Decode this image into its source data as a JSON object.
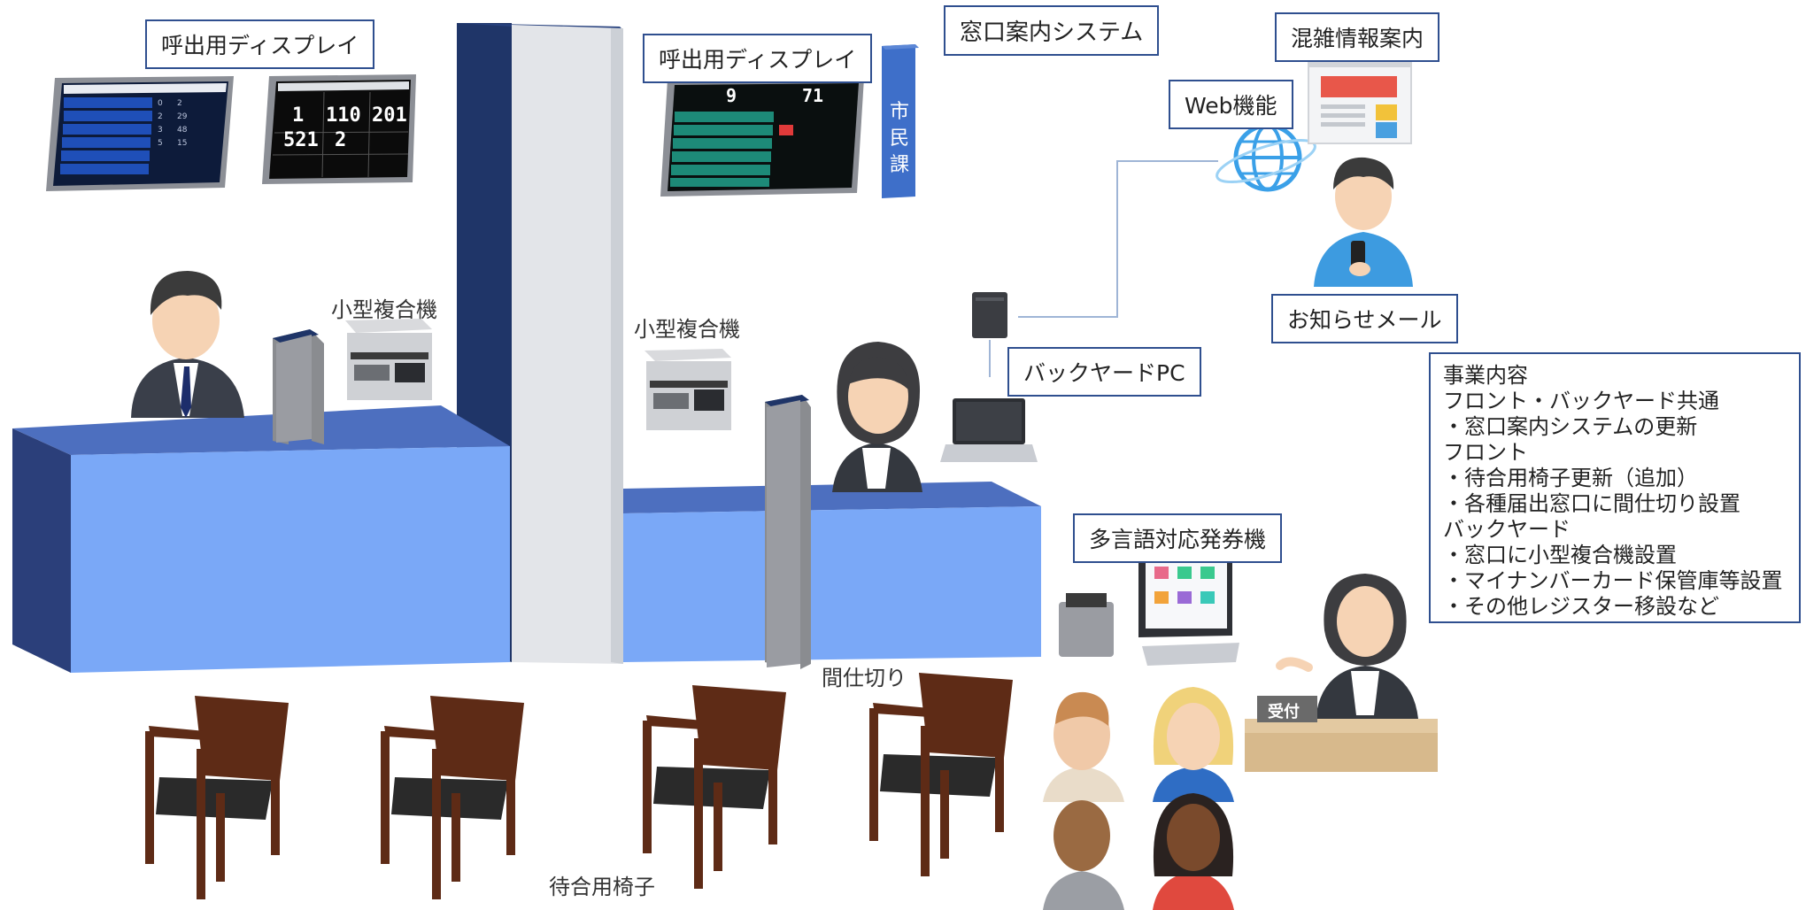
{
  "labels": {
    "display_left": "呼出用ディスプレイ",
    "display_center": "呼出用ディスプレイ",
    "system_title": "窓口案内システム",
    "congestion_info": "混雑情報案内",
    "web_function": "Web機能",
    "notice_mail": "お知らせメール",
    "backyard_pc": "バックヤードPC",
    "mfp_left": "小型複合機",
    "mfp_center": "小型複合機",
    "ticket_machine": "多言語対応発券機",
    "partition": "間仕切り",
    "waiting_chairs": "待合用椅子",
    "reception_sign": "受付",
    "division_sign": [
      "市",
      "民",
      "課"
    ]
  },
  "display_left_board": {
    "numbers": [
      "1",
      "110",
      "201",
      "521",
      "2",
      ""
    ]
  },
  "display_center_board": {
    "header": [
      "9",
      "71"
    ],
    "highlight_color": "#e03a3a"
  },
  "summary": {
    "lines": [
      "事業内容",
      "フロント・バックヤード共通",
      "・窓口案内システムの更新",
      "フロント",
      "・待合用椅子更新（追加）",
      "・各種届出窓口に間仕切り設置",
      "バックヤード",
      "・窓口に小型複合機設置",
      "・マイナンバーカード保管庫等設置",
      "・その他レジスター移設など"
    ]
  },
  "colors": {
    "counter_front": "#7aa8f7",
    "counter_side": "#2b3f7a",
    "pillar": "#e6e8ec",
    "box_border": "#2f4f8f",
    "division_sign": "#3e6fc9",
    "chair_wood": "#5e2b16",
    "chair_seat": "#2a2a2a"
  }
}
